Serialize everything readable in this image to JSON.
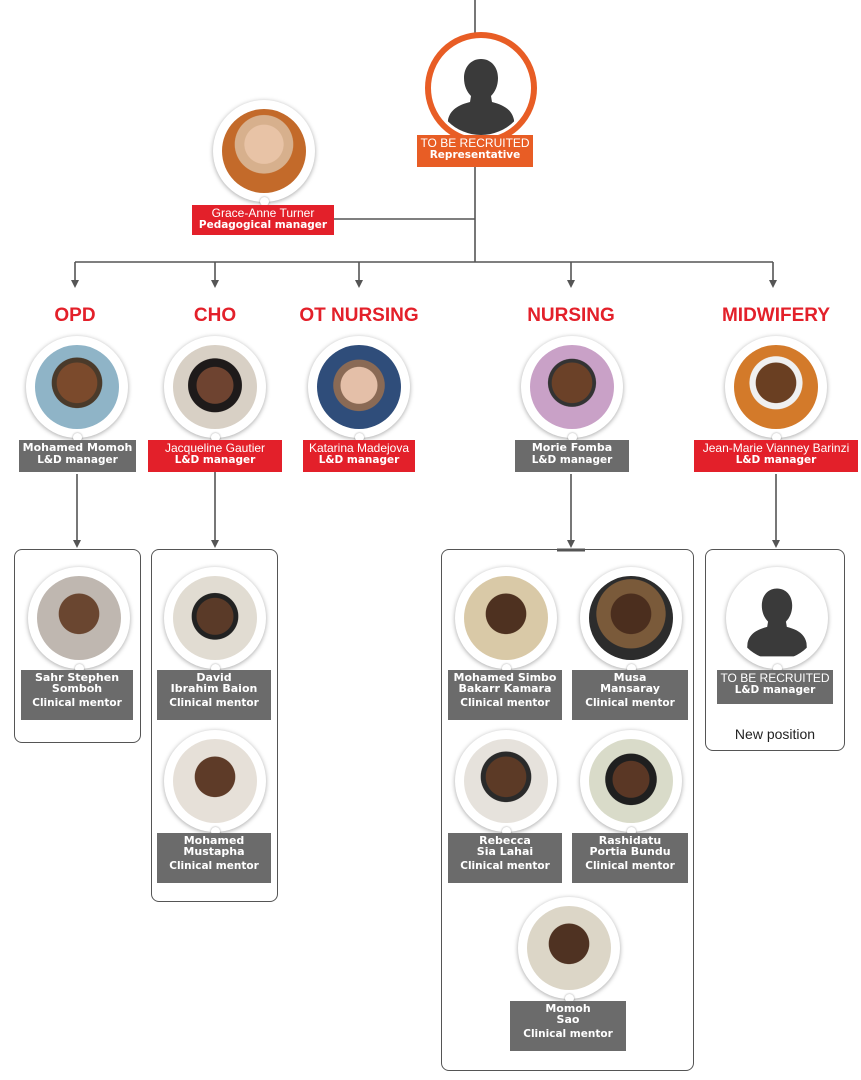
{
  "colors": {
    "accent_red": "#e3202a",
    "accent_orange": "#e85d25",
    "label_grey": "#6b6b6b",
    "line": "#555555"
  },
  "representative": {
    "name": "TO BE RECRUITED",
    "role": "Representative",
    "icon": "person-silhouette-icon"
  },
  "pedagogical": {
    "name": "Grace-Anne Turner",
    "role": "Pedagogical manager"
  },
  "departments": [
    {
      "title": "OPD",
      "manager": {
        "name": "Mohamed Momoh",
        "role": "L&D manager"
      },
      "mentors": [
        {
          "name_lines": [
            "Sahr Stephen",
            "Somboh"
          ],
          "role": "Clinical mentor"
        }
      ]
    },
    {
      "title": "CHO",
      "manager": {
        "name": "Jacqueline Gautier",
        "role": "L&D manager"
      },
      "mentors": [
        {
          "name_lines": [
            "David",
            "Ibrahim Baion"
          ],
          "role": "Clinical mentor"
        },
        {
          "name_lines": [
            "Mohamed",
            "Mustapha"
          ],
          "role": "Clinical mentor"
        }
      ]
    },
    {
      "title": "OT NURSING",
      "manager": {
        "name": "Katarina Madejova",
        "role": "L&D manager"
      },
      "mentors": []
    },
    {
      "title": "NURSING",
      "manager": {
        "name": "Morie Fomba",
        "role": "L&D manager"
      },
      "mentors": [
        {
          "name_lines": [
            "Mohamed Simbo",
            "Bakarr Kamara"
          ],
          "role": "Clinical mentor"
        },
        {
          "name_lines": [
            "Musa",
            "Mansaray"
          ],
          "role": "Clinical mentor"
        },
        {
          "name_lines": [
            "Rebecca",
            "Sia Lahai"
          ],
          "role": "Clinical mentor"
        },
        {
          "name_lines": [
            "Rashidatu",
            "Portia Bundu"
          ],
          "role": "Clinical mentor"
        },
        {
          "name_lines": [
            "Momoh",
            "Sao"
          ],
          "role": "Clinical mentor"
        }
      ]
    },
    {
      "title": "MIDWIFERY",
      "manager": {
        "name": "Jean-Marie Vianney Barinzi",
        "role": "L&D manager"
      },
      "mentors": [
        {
          "name_lines": [
            "TO BE RECRUITED"
          ],
          "role": "L&D manager",
          "icon": "person-silhouette-icon"
        }
      ],
      "note": "New position"
    }
  ]
}
